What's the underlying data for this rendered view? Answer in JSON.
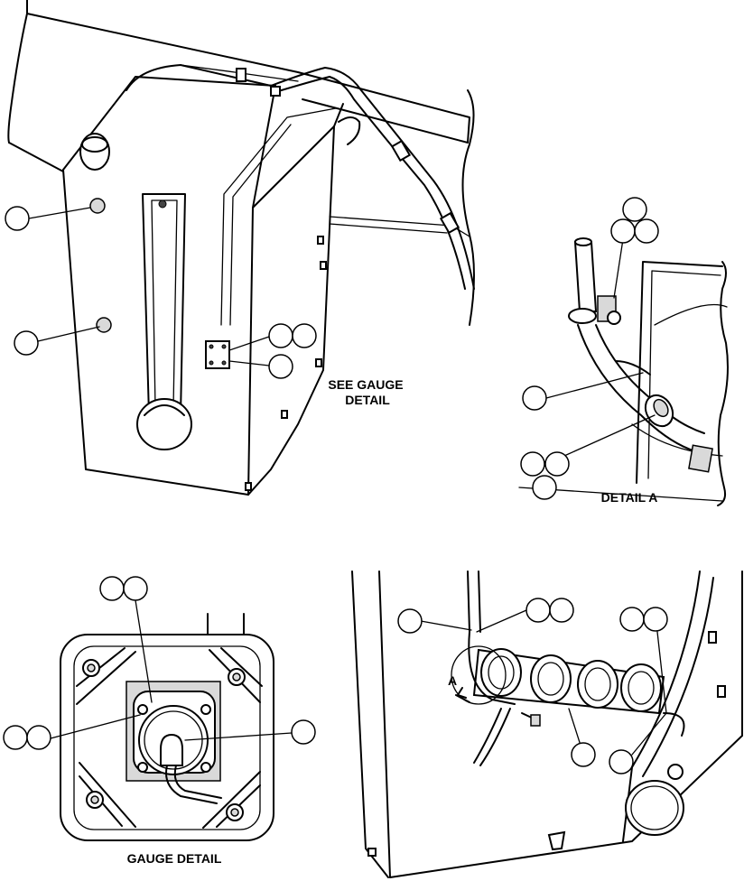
{
  "labels": {
    "see_gauge_line1": "SEE GAUGE",
    "see_gauge_line2": "DETAIL",
    "detail_a": "DETAIL A",
    "gauge_detail": "GAUGE DETAIL",
    "arrow_a": "A"
  }
}
